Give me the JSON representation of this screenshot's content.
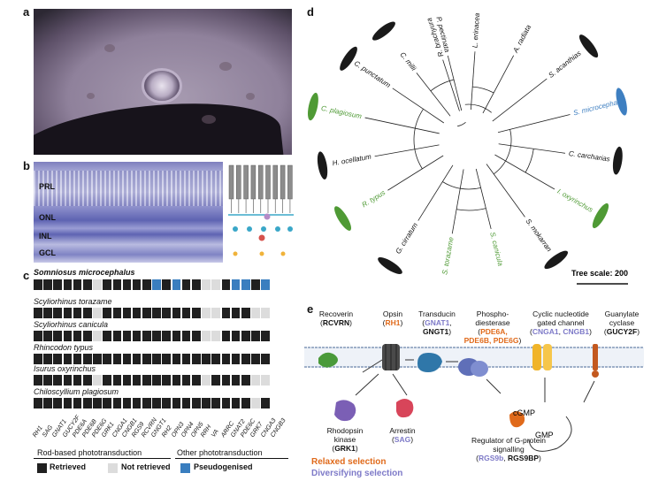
{
  "panels": {
    "a": "a",
    "b": "b",
    "c": "c",
    "d": "d",
    "e": "e"
  },
  "panel_b": {
    "layers": [
      "PRL",
      "ONL",
      "INL",
      "GCL"
    ]
  },
  "panel_c": {
    "species": [
      {
        "name": "Somniosus microcephalus",
        "bold": true,
        "states": [
          "R",
          "R",
          "R",
          "R",
          "R",
          "R",
          "N",
          "R",
          "R",
          "R",
          "R",
          "R",
          "P",
          "R",
          "P",
          "R",
          "R",
          "N",
          "N",
          "R",
          "P",
          "P",
          "R",
          "P"
        ]
      },
      {
        "name": "Scyliorhinus torazame",
        "bold": false,
        "states": [
          "R",
          "R",
          "R",
          "R",
          "R",
          "R",
          "N",
          "R",
          "R",
          "R",
          "R",
          "R",
          "R",
          "R",
          "R",
          "R",
          "R",
          "N",
          "N",
          "R",
          "R",
          "R",
          "N",
          "N"
        ]
      },
      {
        "name": "Scyliorhinus canicula",
        "bold": false,
        "states": [
          "R",
          "R",
          "R",
          "R",
          "R",
          "R",
          "N",
          "R",
          "R",
          "R",
          "R",
          "R",
          "R",
          "R",
          "R",
          "R",
          "R",
          "N",
          "N",
          "R",
          "R",
          "R",
          "R",
          "R"
        ]
      },
      {
        "name": "Rhincodon typus",
        "bold": false,
        "states": [
          "R",
          "R",
          "R",
          "R",
          "R",
          "R",
          "R",
          "R",
          "R",
          "R",
          "R",
          "R",
          "R",
          "R",
          "R",
          "R",
          "R",
          "R",
          "R",
          "R",
          "R",
          "R",
          "R",
          "R"
        ]
      },
      {
        "name": "Isurus oxyrinchus",
        "bold": false,
        "states": [
          "R",
          "R",
          "R",
          "R",
          "R",
          "R",
          "N",
          "R",
          "R",
          "R",
          "R",
          "R",
          "R",
          "R",
          "R",
          "R",
          "R",
          "N",
          "R",
          "R",
          "R",
          "R",
          "N",
          "N"
        ]
      },
      {
        "name": "Chiloscyllium plagiosum",
        "bold": false,
        "states": [
          "R",
          "R",
          "R",
          "R",
          "R",
          "R",
          "R",
          "R",
          "R",
          "R",
          "R",
          "R",
          "R",
          "R",
          "R",
          "R",
          "R",
          "R",
          "R",
          "R",
          "R",
          "R",
          "N",
          "R"
        ]
      }
    ],
    "genes": [
      "RH1",
      "SAG",
      "GNAT1",
      "GUCY2F",
      "PDE6A",
      "PDE6B",
      "PDE6G",
      "GRK1",
      "CNGA1",
      "CNGB1",
      "RGS9",
      "RCVRN",
      "GNGT1",
      "RH2",
      "OPN3",
      "OPN4",
      "OPN5",
      "RRH",
      "VA",
      "ARRC",
      "GNAT2",
      "PDE6C",
      "GRK7",
      "CNGA3",
      "CNGB3"
    ],
    "categories": [
      "Rod-based phototransduction",
      "Other phototransduction"
    ],
    "legend": [
      {
        "label": "Retrieved",
        "color": "#202020"
      },
      {
        "label": "Not retrieved",
        "color": "#dcdcdc"
      },
      {
        "label": "Pseudogenised",
        "color": "#3a7ebf"
      }
    ]
  },
  "panel_d": {
    "taxa": [
      {
        "name": "R. brachyura",
        "color": "#111111"
      },
      {
        "name": "L. erinacea",
        "color": "#111111"
      },
      {
        "name": "A. radiata",
        "color": "#111111"
      },
      {
        "name": "S. acanthias",
        "color": "#111111"
      },
      {
        "name": "S. microcephalus",
        "color": "#3e7fc1"
      },
      {
        "name": "C. carcharias",
        "color": "#111111"
      },
      {
        "name": "I. oxyrinchus",
        "color": "#4f9a35"
      },
      {
        "name": "S. mokarran",
        "color": "#111111"
      },
      {
        "name": "S. canicula",
        "color": "#4f9a35"
      },
      {
        "name": "S. torazame",
        "color": "#4f9a35"
      },
      {
        "name": "G. cirratum",
        "color": "#111111"
      },
      {
        "name": "R. typus",
        "color": "#4f9a35"
      },
      {
        "name": "H. ocellatum",
        "color": "#111111"
      },
      {
        "name": "C. plagiosum",
        "color": "#4f9a35"
      },
      {
        "name": "C. punctatum",
        "color": "#111111"
      },
      {
        "name": "C. milii",
        "color": "#111111"
      },
      {
        "name": "P. pectinata",
        "color": "#111111"
      }
    ],
    "scale_label": "Tree scale: 200"
  },
  "panel_e": {
    "recoverin": {
      "name": "Recoverin",
      "gene": "RCVRN"
    },
    "opsin": {
      "name": "Opsin",
      "gene": "RH1"
    },
    "transducin": {
      "name": "Transducin",
      "gene_a": "GNAT1",
      "gene_b": "GNGT1"
    },
    "pde": {
      "name": "Phospho-diesterase",
      "genes": "PDE6A, PDE6B, PDE6G"
    },
    "cng": {
      "name": "Cyclic nucleotide gated channel",
      "gene_a": "CNGA1",
      "gene_b": "CNGB1"
    },
    "guanylate": {
      "name": "Guanylate cyclase",
      "gene": "GUCY2F"
    },
    "rhodopsin_kinase": {
      "name": "Rhodopsin kinase",
      "gene": "GRK1"
    },
    "arrestin": {
      "name": "Arrestin",
      "gene": "SAG"
    },
    "regulator": {
      "name": "Regulator of G-protein signalling",
      "gene_a": "RGS9b",
      "gene_b": "RGS9BP"
    },
    "cgmp": "cGMP",
    "gmp": "GMP",
    "legend_relaxed": "Relaxed selection",
    "legend_diversifying": "Diversifying selection",
    "colors": {
      "relaxed": "#e06a1b",
      "diversifying": "#7e7ac8"
    }
  }
}
